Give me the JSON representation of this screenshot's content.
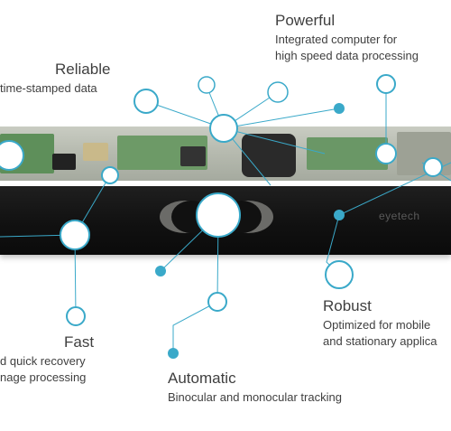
{
  "features": {
    "powerful": {
      "title": "Powerful",
      "desc_line1": "Integrated computer for",
      "desc_line2": "high speed data processing"
    },
    "reliable": {
      "title": "Reliable",
      "desc_line1": "time-stamped data"
    },
    "robust": {
      "title": "Robust",
      "desc_line1": "Optimized for mobile",
      "desc_line2": "and stationary applica"
    },
    "fast": {
      "title": "Fast",
      "desc_line1": "d quick recovery",
      "desc_line2": "nage processing"
    },
    "automatic": {
      "title": "Automatic",
      "desc_line1": "Binocular and monocular tracking"
    }
  },
  "device": {
    "brand_text": "eyetech"
  },
  "colors": {
    "accent": "#3aa9c9",
    "bar": "#111111",
    "board": "#b9bdb2"
  }
}
